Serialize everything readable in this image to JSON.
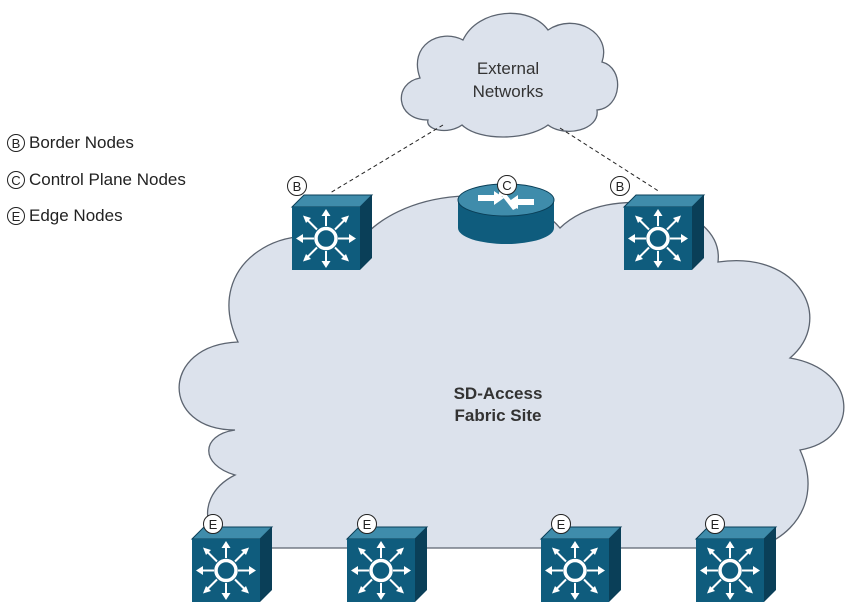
{
  "legend": [
    {
      "letter": "B",
      "label": "Border Nodes"
    },
    {
      "letter": "C",
      "label": "Control Plane Nodes"
    },
    {
      "letter": "E",
      "label": "Edge Nodes"
    }
  ],
  "external_cloud": {
    "line1": "External",
    "line2": "Networks"
  },
  "fabric_cloud": {
    "line1": "SD-Access",
    "line2": "Fabric Site"
  },
  "nodes": {
    "border_left": {
      "badge": "B",
      "icon": "switch-icon"
    },
    "control_plane": {
      "badge": "C",
      "icon": "router-icon"
    },
    "border_right": {
      "badge": "B",
      "icon": "switch-icon"
    },
    "edge_1": {
      "badge": "E",
      "icon": "switch-icon"
    },
    "edge_2": {
      "badge": "E",
      "icon": "switch-icon"
    },
    "edge_3": {
      "badge": "E",
      "icon": "switch-icon"
    },
    "edge_4": {
      "badge": "E",
      "icon": "switch-icon"
    }
  },
  "colors": {
    "device_front": "#0f5c7d",
    "device_top": "#3f8cab",
    "device_side": "#0a3f58",
    "cloud_fill": "#dce2ec",
    "cloud_stroke": "#5c6470"
  }
}
